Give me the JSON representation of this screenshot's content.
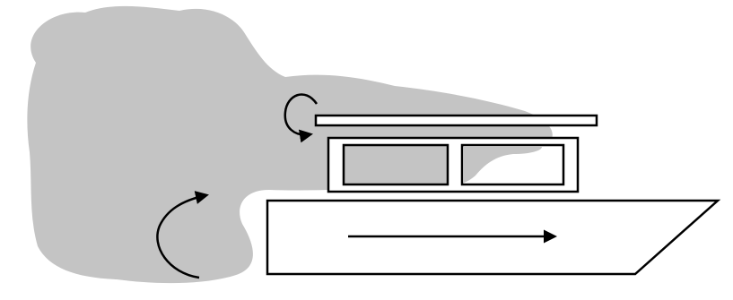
{
  "diagram": {
    "colors": {
      "background": "#ffffff",
      "smoke": "#c4c4c4",
      "outline": "#000000",
      "fill": "#ffffff"
    },
    "elements": [
      "smoke-cloud",
      "lid-plate",
      "window-frame",
      "left-window-pane",
      "right-window-pane",
      "hull",
      "motion-arrow",
      "upper-rotation-arrow",
      "lower-rotation-arrow"
    ]
  }
}
